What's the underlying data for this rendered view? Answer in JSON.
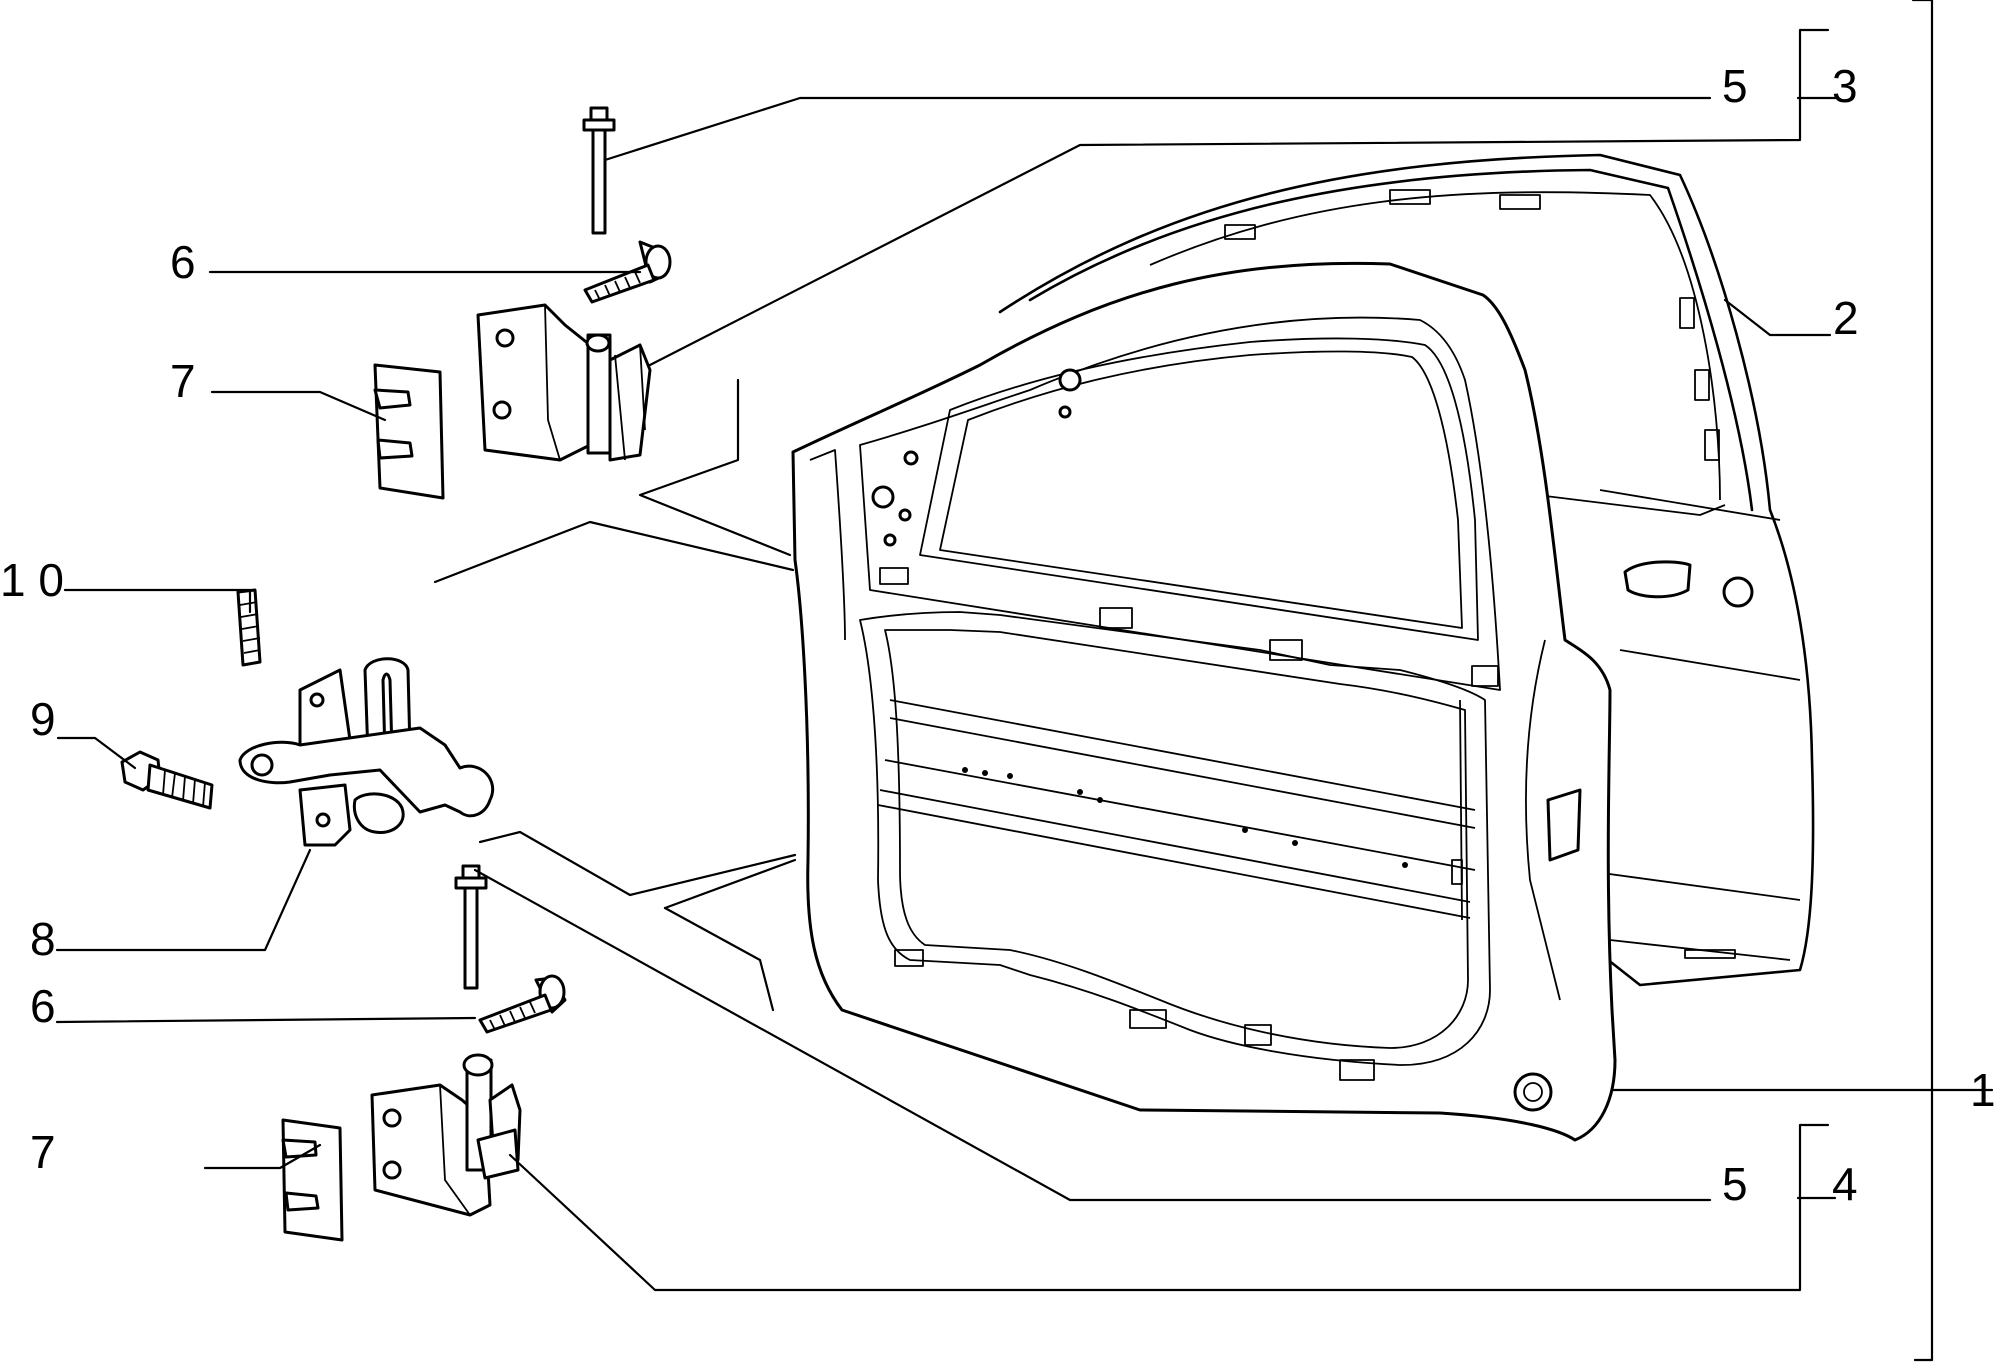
{
  "labels": {
    "p1": "1",
    "p2": "2",
    "p3": "3",
    "p4": "4",
    "p5_top": "5",
    "p5_bottom": "5",
    "p6_top": "6",
    "p6_bottom": "6",
    "p7_top": "7",
    "p7_bottom": "7",
    "p8": "8",
    "p9": "9",
    "p10": "1 0"
  }
}
